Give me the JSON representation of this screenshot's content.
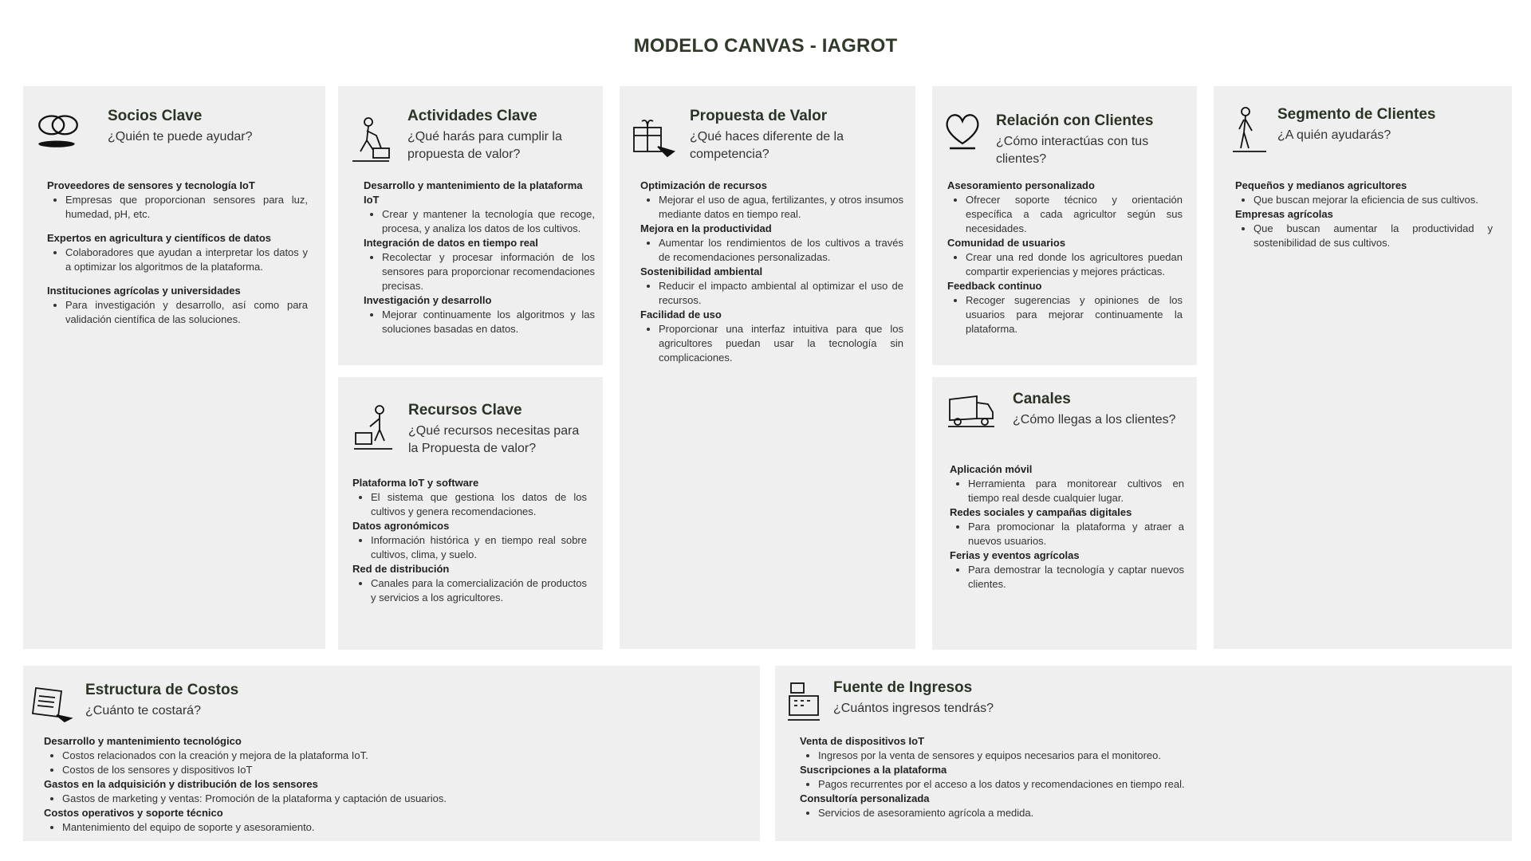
{
  "title": "MODELO CANVAS - IAGROT",
  "socios": {
    "title": "Socios Clave",
    "question": "¿Quién te puede ayudar?",
    "icon": "rings-icon",
    "sections": [
      {
        "heading": "Proveedores de sensores y tecnología IoT",
        "items": [
          "Empresas que proporcionan sensores para luz, humedad, pH, etc."
        ]
      },
      {
        "heading": "Expertos en agricultura y científicos de datos",
        "items": [
          "Colaboradores que ayudan a interpretar los datos y a optimizar los algoritmos de la plataforma."
        ]
      },
      {
        "heading": "Instituciones agrícolas y universidades",
        "items": [
          "Para investigación y desarrollo, así como para validación científica de las soluciones."
        ]
      }
    ]
  },
  "actividades": {
    "title": "Actividades Clave",
    "question": "¿Qué harás para cumplir la propuesta de valor?",
    "icon": "worker-icon",
    "sections": [
      {
        "heading": "Desarrollo y mantenimiento de la plataforma IoT",
        "items": [
          "Crear y mantener la tecnología que recoge, procesa, y analiza los datos de los cultivos."
        ]
      },
      {
        "heading": "Integración de datos en tiempo real",
        "items": [
          "Recolectar y procesar información de los sensores para proporcionar recomendaciones precisas."
        ]
      },
      {
        "heading": "Investigación y desarrollo",
        "items": [
          "Mejorar continuamente los algoritmos y las soluciones basadas en datos."
        ]
      }
    ]
  },
  "recursos": {
    "title": "Recursos Clave",
    "question": "¿Qué recursos necesitas para la Propuesta de valor?",
    "icon": "person-with-cart-icon",
    "sections": [
      {
        "heading": "Plataforma IoT y software",
        "items": [
          "El sistema que gestiona los datos de los cultivos y genera recomendaciones."
        ]
      },
      {
        "heading": "Datos agronómicos",
        "items": [
          "Información histórica y en tiempo real sobre cultivos, clima, y suelo."
        ]
      },
      {
        "heading": "Red de distribución",
        "items": [
          "Canales para la comercialización de productos y servicios a los agricultores."
        ]
      }
    ]
  },
  "propuesta": {
    "title": "Propuesta de Valor",
    "question": "¿Qué haces diferente de la competencia?",
    "icon": "gift-icon",
    "sections": [
      {
        "heading": "Optimización de recursos",
        "items": [
          "Mejorar el uso de agua, fertilizantes, y otros insumos mediante datos en tiempo real."
        ]
      },
      {
        "heading": "Mejora en la productividad",
        "items": [
          "Aumentar los rendimientos de los cultivos a través de recomendaciones personalizadas."
        ]
      },
      {
        "heading": "Sostenibilidad ambiental",
        "items": [
          "Reducir el impacto ambiental al optimizar el uso de recursos."
        ]
      },
      {
        "heading": "Facilidad de uso",
        "items": [
          "Proporcionar una interfaz intuitiva para que los agricultores puedan usar la tecnología sin complicaciones."
        ]
      }
    ]
  },
  "relacion": {
    "title": "Relación con Clientes",
    "question": "¿Cómo interactúas con tus clientes?",
    "icon": "heart-icon",
    "sections": [
      {
        "heading": "Asesoramiento personalizado",
        "items": [
          "Ofrecer soporte técnico y orientación específica a cada agricultor según sus necesidades."
        ]
      },
      {
        "heading": "Comunidad de usuarios",
        "items": [
          "Crear una red donde los agricultores puedan compartir experiencias y mejores prácticas."
        ]
      },
      {
        "heading": "Feedback continuo",
        "items": [
          "Recoger sugerencias y opiniones de los usuarios para mejorar continuamente la plataforma."
        ]
      }
    ]
  },
  "canales": {
    "title": "Canales",
    "question": "¿Cómo llegas a los clientes?",
    "icon": "truck-icon",
    "sections": [
      {
        "heading": "Aplicación móvil",
        "items": [
          "Herramienta para monitorear cultivos en tiempo real desde cualquier lugar."
        ]
      },
      {
        "heading": "Redes sociales y campañas digitales",
        "items": [
          "Para promocionar la plataforma y atraer a nuevos usuarios."
        ]
      },
      {
        "heading": "Ferias y eventos agrícolas",
        "items": [
          "Para demostrar la tecnología y captar nuevos clientes."
        ]
      }
    ]
  },
  "segmento": {
    "title": "Segmento de Clientes",
    "question": "¿A quién ayudarás?",
    "icon": "standing-person-icon",
    "sections": [
      {
        "heading": "Pequeños y medianos agricultores",
        "items": [
          "Que buscan mejorar la eficiencia de sus cultivos."
        ]
      },
      {
        "heading": "Empresas agrícolas",
        "items": [
          "Que buscan aumentar la productividad y sostenibilidad de sus cultivos."
        ]
      }
    ]
  },
  "costos": {
    "title": "Estructura de Costos",
    "question": "¿Cuánto te costará?",
    "icon": "receipt-icon",
    "sections": [
      {
        "heading": "Desarrollo y mantenimiento tecnológico",
        "items": [
          "Costos relacionados con la creación y mejora de la plataforma IoT.",
          "Costos de los sensores y dispositivos IoT"
        ]
      },
      {
        "heading": "Gastos en la adquisición y distribución de los sensores",
        "items": [
          "Gastos de marketing y ventas: Promoción de la plataforma y captación de usuarios."
        ]
      },
      {
        "heading": "Costos operativos y soporte técnico",
        "items": [
          "Mantenimiento del equipo de soporte y asesoramiento."
        ]
      }
    ]
  },
  "ingresos": {
    "title": "Fuente de Ingresos",
    "question": "¿Cuántos ingresos tendrás?",
    "icon": "cash-register-icon",
    "sections": [
      {
        "heading": "Venta de dispositivos IoT",
        "items": [
          "Ingresos por la venta de sensores y equipos necesarios para el monitoreo."
        ]
      },
      {
        "heading": "Suscripciones a la plataforma",
        "items": [
          "Pagos recurrentes por el acceso a los datos y recomendaciones en tiempo real."
        ]
      },
      {
        "heading": "Consultoría personalizada",
        "items": [
          "Servicios de asesoramiento agrícola a medida."
        ]
      }
    ]
  }
}
